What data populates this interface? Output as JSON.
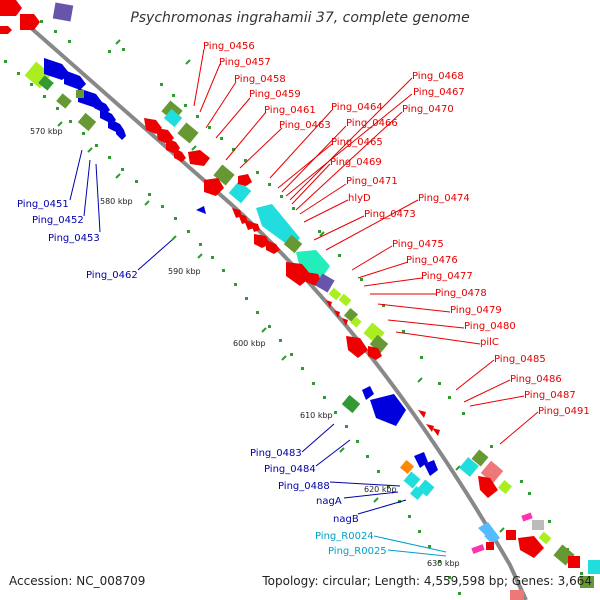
{
  "title": "Psychromonas ingrahamii 37, complete genome",
  "footer": {
    "accession": "Accession: NC_008709",
    "summary": "Topology: circular; Length: 4,559,598 bp; Genes: 3,664"
  },
  "ticks": [
    "570 kbp",
    "580 kbp",
    "590 kbp",
    "600 kbp",
    "610 kbp",
    "620 kbp",
    "630 kbp"
  ],
  "labels_right": [
    "Ping_0456",
    "Ping_0457",
    "Ping_0458",
    "Ping_0459",
    "Ping_0461",
    "Ping_0463",
    "Ping_0464",
    "Ping_0465",
    "Ping_0466",
    "Ping_0467",
    "Ping_0468",
    "Ping_0469",
    "Ping_0470",
    "Ping_0471",
    "hlyD",
    "Ping_0473",
    "Ping_0474",
    "Ping_0475",
    "Ping_0476",
    "Ping_0477",
    "Ping_0478",
    "Ping_0479",
    "Ping_0480",
    "pilC",
    "Ping_0485",
    "Ping_0486",
    "Ping_0487",
    "Ping_0491"
  ],
  "labels_left": [
    "Ping_0451",
    "Ping_0452",
    "Ping_0453",
    "Ping_0462",
    "Ping_0483",
    "Ping_0484",
    "Ping_0488",
    "nagA",
    "nagB"
  ],
  "labels_rna": [
    "Ping_R0024",
    "Ping_R0025"
  ],
  "colors": {
    "red": "#ee0000",
    "blue": "#0000dd",
    "cyan": "#22dddd",
    "green": "#339933",
    "lime": "#aaee22",
    "olive": "#669933",
    "purple": "#6655aa",
    "aqua": "#22eebb",
    "pink": "#ee7777",
    "magenta": "#ff33aa",
    "orange": "#ff8800",
    "sky": "#55bbff",
    "gray": "#bbbbbb",
    "backbone": "#888888"
  }
}
